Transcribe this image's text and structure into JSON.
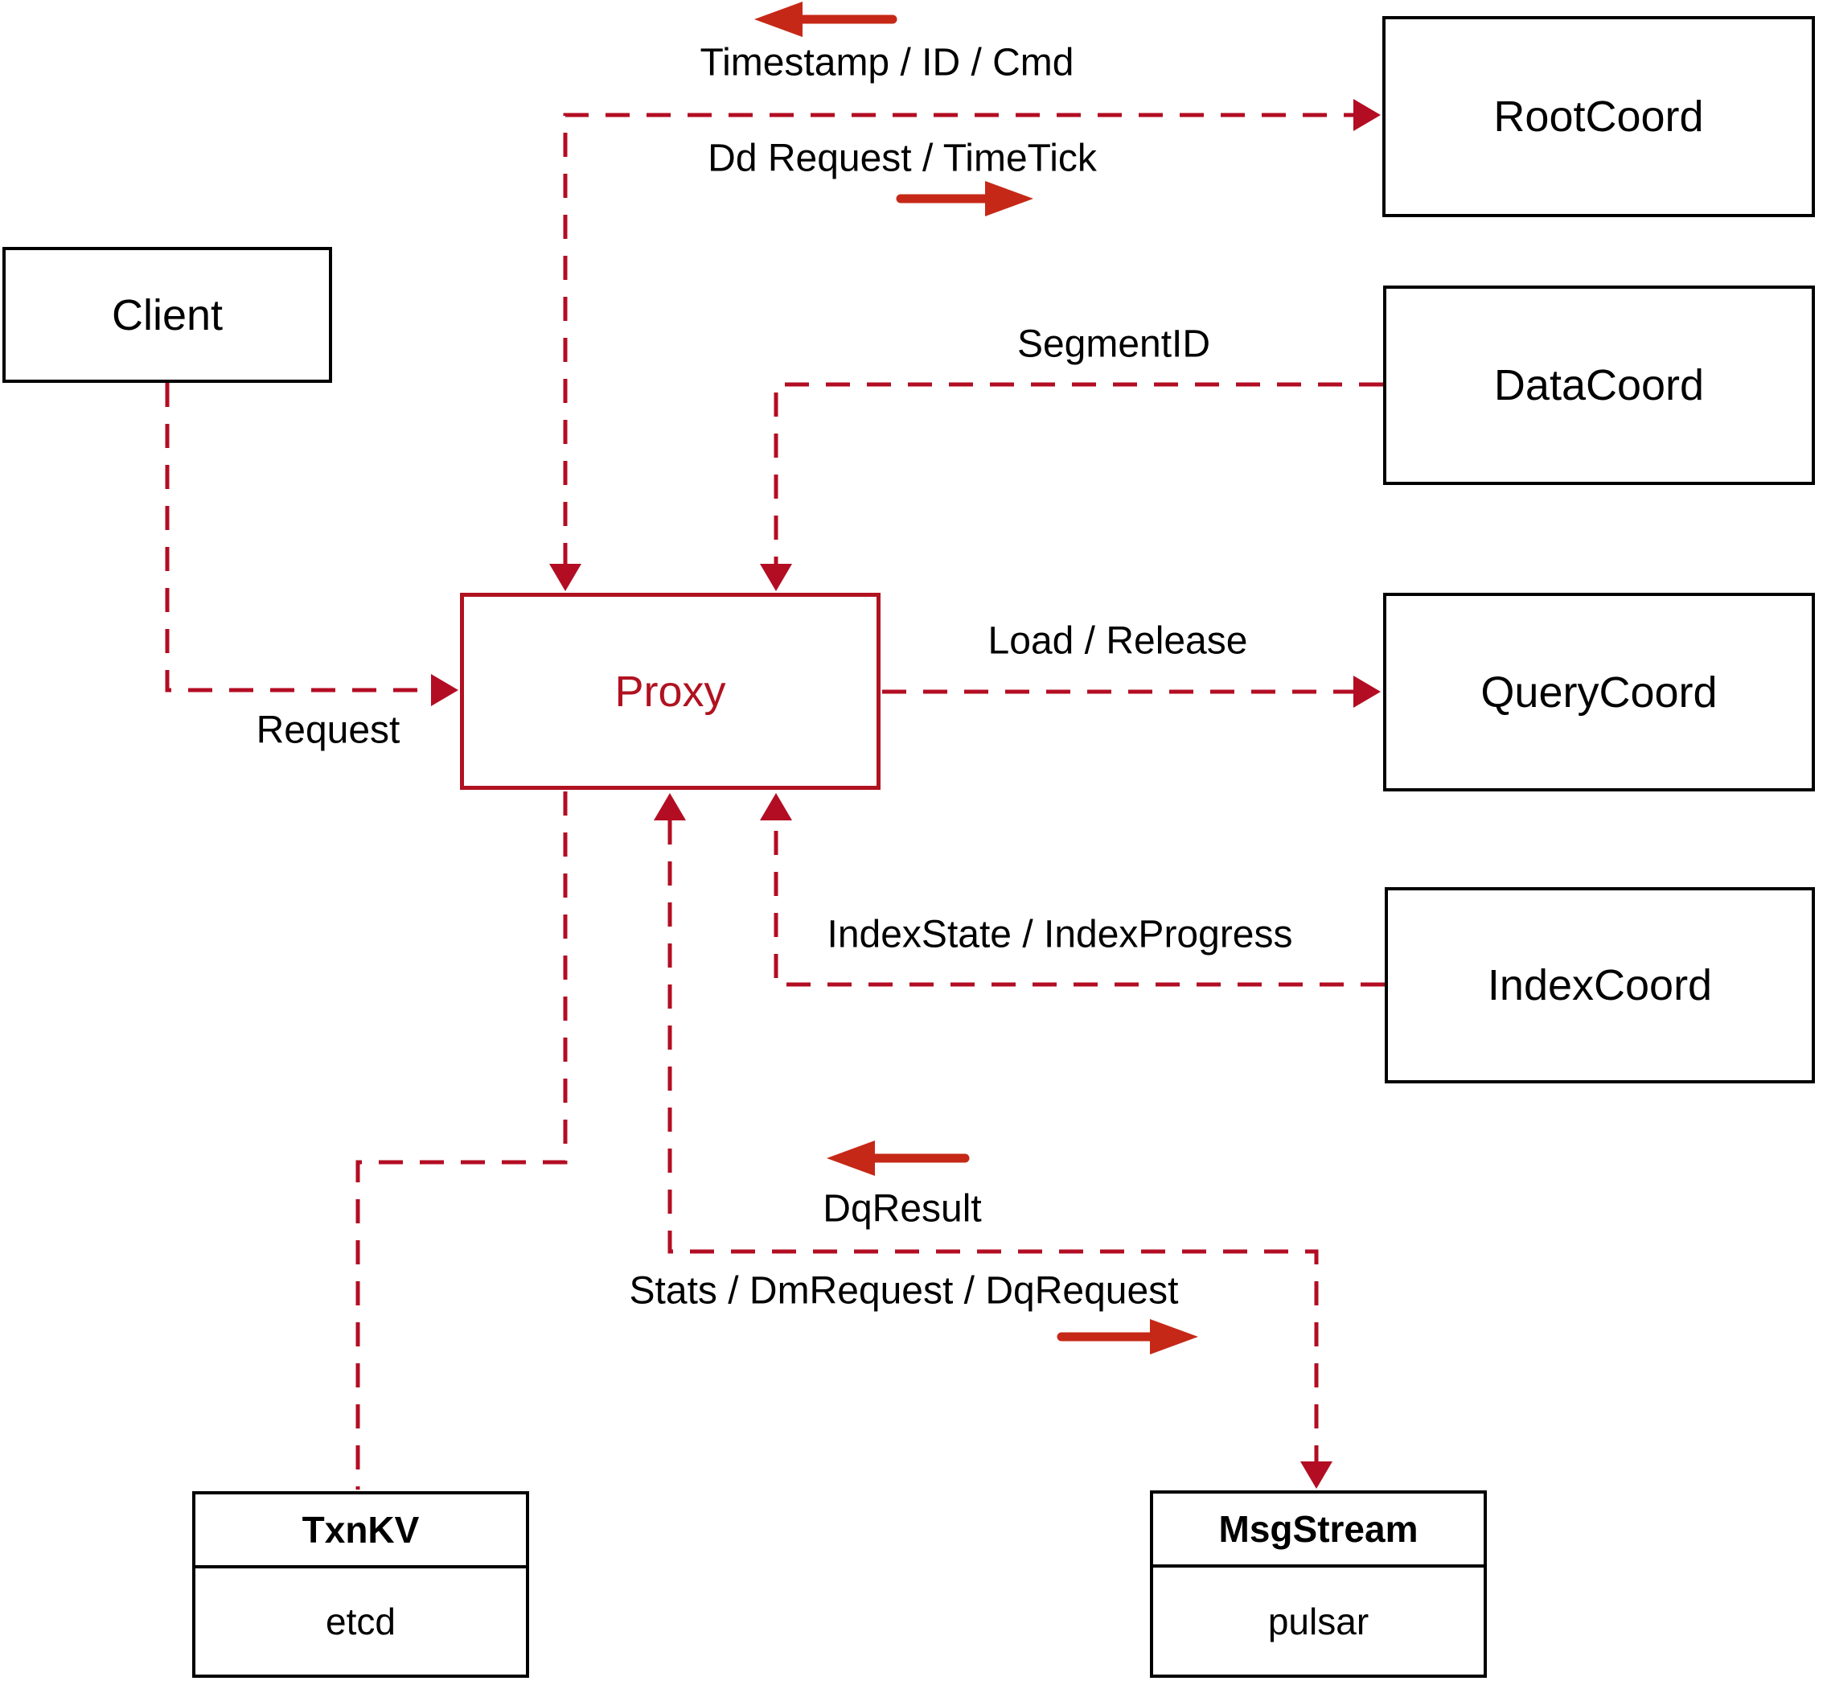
{
  "nodes": {
    "client": {
      "label": "Client"
    },
    "root_coord": {
      "label": "RootCoord"
    },
    "data_coord": {
      "label": "DataCoord"
    },
    "query_coord": {
      "label": "QueryCoord"
    },
    "index_coord": {
      "label": "IndexCoord"
    },
    "proxy": {
      "label": "Proxy"
    },
    "txn_kv": {
      "label": "TxnKV",
      "impl": "etcd"
    },
    "msg_stream": {
      "label": "MsgStream",
      "impl": "pulsar"
    }
  },
  "edge_labels": {
    "root_response": "Timestamp / ID / Cmd",
    "root_request": "Dd Request / TimeTick",
    "segment_id": "SegmentID",
    "request": "Request",
    "load_release": "Load / Release",
    "index_state": "IndexState / IndexProgress",
    "dq_result": "DqResult",
    "stats": "Stats / DmRequest / DqRequest"
  },
  "colors": {
    "connector_red": "#b30d23",
    "arrow_red": "#c62817",
    "proxy_red": "#b01220",
    "box_border": "#000000",
    "label_text": "#000000",
    "background": "#ffffff"
  }
}
